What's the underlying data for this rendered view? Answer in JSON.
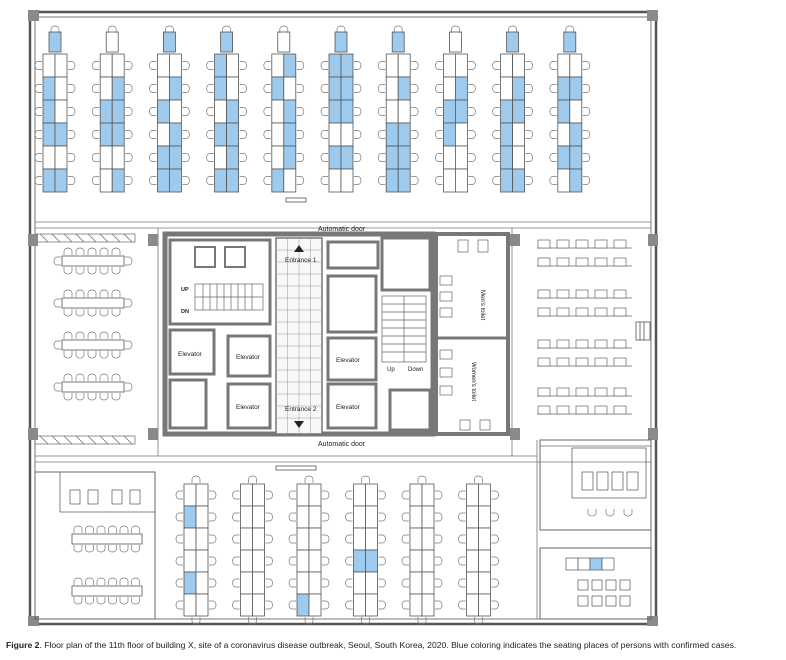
{
  "labels": {
    "automatic_door_top": "Automatic door",
    "automatic_door_bottom": "Automatic door",
    "entrance_1": "Entrance 1",
    "entrance_2": "Entrance 2",
    "up_left": "UP",
    "dn_left": "DN",
    "up_right": "Up",
    "down_right": "Down",
    "elevator": "Elevator",
    "mens_toilet": "Men's toilet",
    "womens_toilet": "Women's toilet"
  },
  "caption": {
    "label": "Figure 2",
    "text": ". Floor plan of the 11th floor of building X, site of a coronavirus disease outbreak, Seoul, South Korea, 2020. Blue coloring indicates the seating places of persons with confirmed cases."
  },
  "colors": {
    "infected_seat": "#9ecbed",
    "wall": "#666666",
    "column": "#8a8a8a"
  },
  "seating": {
    "upper_rows": 6,
    "upper_columns": [
      {
        "left": [
          0,
          1,
          1,
          1,
          0,
          1
        ],
        "right": [
          0,
          0,
          0,
          1,
          0,
          1
        ]
      },
      {
        "left": [
          0,
          0,
          1,
          1,
          0,
          0
        ],
        "right": [
          0,
          1,
          1,
          1,
          0,
          1
        ]
      },
      {
        "left": [
          0,
          0,
          1,
          0,
          1,
          1
        ],
        "right": [
          0,
          1,
          0,
          1,
          1,
          1
        ]
      },
      {
        "left": [
          1,
          1,
          0,
          1,
          0,
          1
        ],
        "right": [
          0,
          0,
          1,
          1,
          1,
          1
        ]
      },
      {
        "left": [
          0,
          1,
          0,
          0,
          0,
          1
        ],
        "right": [
          1,
          0,
          1,
          1,
          1,
          0
        ]
      },
      {
        "left": [
          1,
          1,
          1,
          0,
          1,
          0
        ],
        "right": [
          1,
          1,
          1,
          0,
          1,
          0
        ]
      },
      {
        "left": [
          0,
          0,
          0,
          1,
          1,
          1
        ],
        "right": [
          0,
          1,
          0,
          1,
          1,
          1
        ]
      },
      {
        "left": [
          0,
          0,
          1,
          1,
          0,
          0
        ],
        "right": [
          0,
          1,
          1,
          0,
          0,
          0
        ]
      },
      {
        "left": [
          0,
          0,
          1,
          1,
          1,
          1
        ],
        "right": [
          0,
          1,
          1,
          0,
          0,
          1
        ]
      },
      {
        "left": [
          0,
          1,
          1,
          0,
          1,
          0
        ],
        "right": [
          0,
          1,
          0,
          1,
          1,
          1
        ]
      }
    ],
    "lower_rows": 6,
    "lower_columns": [
      {
        "left": [
          0,
          1,
          0,
          0,
          1,
          0
        ],
        "right": [
          0,
          0,
          0,
          0,
          0,
          0
        ]
      },
      {
        "left": [
          0,
          0,
          0,
          0,
          0,
          0
        ],
        "right": [
          0,
          0,
          0,
          0,
          0,
          0
        ]
      },
      {
        "left": [
          0,
          0,
          0,
          0,
          0,
          1
        ],
        "right": [
          0,
          0,
          0,
          0,
          0,
          0
        ]
      },
      {
        "left": [
          0,
          0,
          0,
          1,
          0,
          0
        ],
        "right": [
          0,
          0,
          0,
          1,
          0,
          0
        ]
      },
      {
        "left": [
          0,
          0,
          0,
          0,
          0,
          0
        ],
        "right": [
          0,
          0,
          0,
          0,
          0,
          0
        ]
      },
      {
        "left": [
          0,
          0,
          0,
          0,
          0,
          0
        ],
        "right": [
          0,
          0,
          0,
          0,
          0,
          0
        ]
      }
    ]
  }
}
